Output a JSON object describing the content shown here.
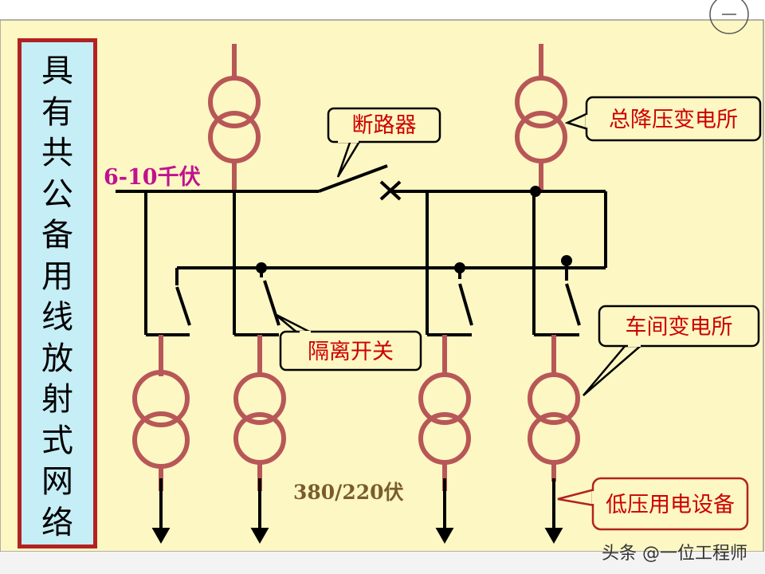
{
  "title_vertical": "具有共公备用线放射式网络",
  "labels": {
    "voltage_high": "6-10千伏",
    "voltage_low": "380/220伏"
  },
  "callouts": {
    "breaker": "断路器",
    "main_substation": "总降压变电所",
    "disconnect_switch": "隔离开关",
    "workshop_substation": "车间变电所",
    "low_voltage_equipment": "低压用电设备"
  },
  "watermark": "头条 @一位工程师",
  "colors": {
    "background": "#fdf7c3",
    "title_border": "#b22222",
    "title_fill": "#c6eef6",
    "transformer": "#b85757",
    "line": "#000000",
    "callout_text": "#cc0000",
    "voltage_high_text": "#c0118f",
    "voltage_low_text": "#7a5c2c"
  }
}
